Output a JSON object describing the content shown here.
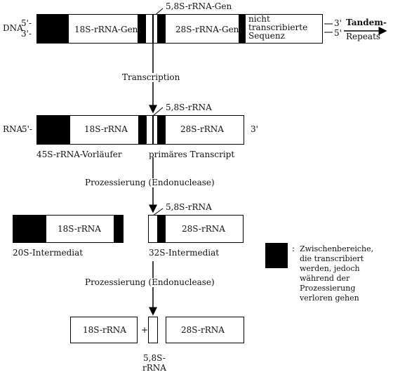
{
  "dna": {
    "label": "DNA",
    "five_prime": "5'-",
    "three_prime": "3'-",
    "gene_18s": "18S-rRNA-Gen",
    "gene_58s": "5,8S-rRNA-Gen",
    "gene_28s": "28S-rRNA-Gen",
    "non_transcribed": [
      "nicht",
      "transcribierte",
      "Sequenz"
    ],
    "right_3": "3'",
    "right_5": "5'",
    "tandem": [
      "Tandem-",
      "Repeats"
    ]
  },
  "step1": {
    "label": "Transcription"
  },
  "rna": {
    "label": "RNA",
    "five_prime": "5'-",
    "three_prime": "3'",
    "r18s": "18S-rRNA",
    "r58s": "5,8S-rRNA",
    "r28s": "28S-rRNA",
    "left_caption": "45S-rRNA-Vorläufer",
    "right_caption": "primäres Transcript"
  },
  "step2": {
    "label": "Prozessierung (Endonuclease)"
  },
  "intermediates": {
    "i20_label": "18S-rRNA",
    "i20_caption": "20S-Intermediat",
    "i32_58s": "5,8S-rRNA",
    "i32_label": "28S-rRNA",
    "i32_caption": "32S-Intermediat"
  },
  "legend": {
    "colon": ":",
    "lines": [
      "Zwischenbereiche,",
      "die transcribiert",
      "werden, jedoch",
      "während der",
      "Prozessierung",
      "verloren gehen"
    ]
  },
  "step3": {
    "label": "Prozessierung (Endonuclease)"
  },
  "products": {
    "p18": "18S-rRNA",
    "plus": "+",
    "p28": "28S-rRNA",
    "p58": [
      "5,8S-",
      "rRNA"
    ]
  }
}
